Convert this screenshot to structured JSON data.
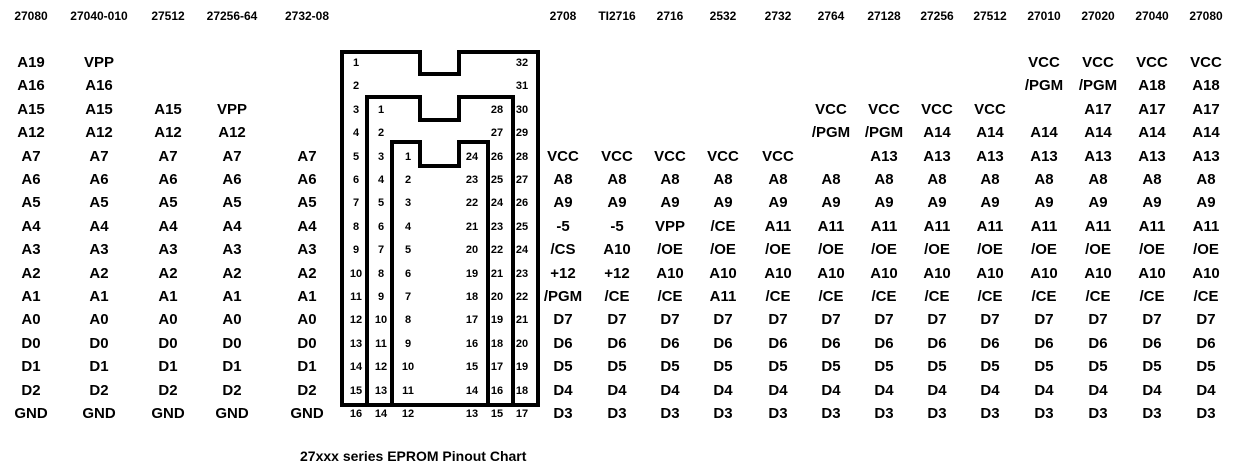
{
  "title": "27xxx series EPROM Pinout Chart",
  "left_chips": [
    "27080",
    "27040-010",
    "27512",
    "27256-64",
    "2732-08"
  ],
  "right_chips": [
    "2708",
    "TI2716",
    "2716",
    "2532",
    "2732",
    "2764",
    "27128",
    "27256",
    "27512",
    "27010",
    "27020",
    "27040",
    "27080"
  ],
  "pin_numbers": {
    "p32": [
      "1",
      "2",
      "3",
      "4",
      "5",
      "6",
      "7",
      "8",
      "9",
      "10",
      "11",
      "12",
      "13",
      "14",
      "15",
      "16",
      "17",
      "18",
      "19",
      "20",
      "21",
      "22",
      "23",
      "24",
      "25",
      "26",
      "27",
      "28",
      "29",
      "30",
      "31",
      "32"
    ],
    "p28": [
      "1",
      "2",
      "3",
      "4",
      "5",
      "6",
      "7",
      "8",
      "9",
      "10",
      "11",
      "12",
      "13",
      "14",
      "15",
      "16",
      "17",
      "18",
      "19",
      "20",
      "21",
      "22",
      "23",
      "24",
      "25",
      "26",
      "27",
      "28"
    ],
    "p24": [
      "1",
      "2",
      "3",
      "4",
      "5",
      "6",
      "7",
      "8",
      "9",
      "10",
      "11",
      "12",
      "13",
      "14",
      "15",
      "16",
      "17",
      "18",
      "19",
      "20",
      "21",
      "22",
      "23",
      "24"
    ]
  },
  "left_columns": [
    [
      "A19",
      "A16",
      "A15",
      "A12",
      "A7",
      "A6",
      "A5",
      "A4",
      "A3",
      "A2",
      "A1",
      "A0",
      "D0",
      "D1",
      "D2",
      "GND"
    ],
    [
      "VPP",
      "A16",
      "A15",
      "A12",
      "A7",
      "A6",
      "A5",
      "A4",
      "A3",
      "A2",
      "A1",
      "A0",
      "D0",
      "D1",
      "D2",
      "GND"
    ],
    [
      "",
      "",
      "A15",
      "A12",
      "A7",
      "A6",
      "A5",
      "A4",
      "A3",
      "A2",
      "A1",
      "A0",
      "D0",
      "D1",
      "D2",
      "GND"
    ],
    [
      "",
      "",
      "VPP",
      "A12",
      "A7",
      "A6",
      "A5",
      "A4",
      "A3",
      "A2",
      "A1",
      "A0",
      "D0",
      "D1",
      "D2",
      "GND"
    ],
    [
      "",
      "",
      "",
      "",
      "A7",
      "A6",
      "A5",
      "A4",
      "A3",
      "A2",
      "A1",
      "A0",
      "D0",
      "D1",
      "D2",
      "GND"
    ]
  ],
  "right_columns": [
    [
      "",
      "",
      "",
      "",
      "VCC",
      "A8",
      "A9",
      "-5",
      "/CS",
      "+12",
      "/PGM",
      "D7",
      "D6",
      "D5",
      "D4",
      "D3"
    ],
    [
      "",
      "",
      "",
      "",
      "VCC",
      "A8",
      "A9",
      "-5",
      "A10",
      "+12",
      "/CE",
      "D7",
      "D6",
      "D5",
      "D4",
      "D3"
    ],
    [
      "",
      "",
      "",
      "",
      "VCC",
      "A8",
      "A9",
      "VPP",
      "/OE",
      "A10",
      "/CE",
      "D7",
      "D6",
      "D5",
      "D4",
      "D3"
    ],
    [
      "",
      "",
      "",
      "",
      "VCC",
      "A8",
      "A9",
      "/CE",
      "/OE",
      "A10",
      "A11",
      "D7",
      "D6",
      "D5",
      "D4",
      "D3"
    ],
    [
      "",
      "",
      "",
      "",
      "VCC",
      "A8",
      "A9",
      "A11",
      "/OE",
      "A10",
      "/CE",
      "D7",
      "D6",
      "D5",
      "D4",
      "D3"
    ],
    [
      "",
      "",
      "VCC",
      "/PGM",
      "",
      "A8",
      "A9",
      "A11",
      "/OE",
      "A10",
      "/CE",
      "D7",
      "D6",
      "D5",
      "D4",
      "D3"
    ],
    [
      "",
      "",
      "VCC",
      "/PGM",
      "A13",
      "A8",
      "A9",
      "A11",
      "/OE",
      "A10",
      "/CE",
      "D7",
      "D6",
      "D5",
      "D4",
      "D3"
    ],
    [
      "",
      "",
      "VCC",
      "A14",
      "A13",
      "A8",
      "A9",
      "A11",
      "/OE",
      "A10",
      "/CE",
      "D7",
      "D6",
      "D5",
      "D4",
      "D3"
    ],
    [
      "",
      "",
      "VCC",
      "A14",
      "A13",
      "A8",
      "A9",
      "A11",
      "/OE",
      "A10",
      "/CE",
      "D7",
      "D6",
      "D5",
      "D4",
      "D3"
    ],
    [
      "VCC",
      "/PGM",
      "",
      "A14",
      "A13",
      "A8",
      "A9",
      "A11",
      "/OE",
      "A10",
      "/CE",
      "D7",
      "D6",
      "D5",
      "D4",
      "D3"
    ],
    [
      "VCC",
      "/PGM",
      "A17",
      "A14",
      "A13",
      "A8",
      "A9",
      "A11",
      "/OE",
      "A10",
      "/CE",
      "D7",
      "D6",
      "D5",
      "D4",
      "D3"
    ],
    [
      "VCC",
      "A18",
      "A17",
      "A14",
      "A13",
      "A8",
      "A9",
      "A11",
      "/OE",
      "A10",
      "/CE",
      "D7",
      "D6",
      "D5",
      "D4",
      "D3"
    ],
    [
      "VCC",
      "A18",
      "A17",
      "A14",
      "A13",
      "A8",
      "A9",
      "A11",
      "/OE",
      "A10",
      "/CE",
      "D7",
      "D6",
      "D5",
      "D4",
      "D3"
    ]
  ]
}
